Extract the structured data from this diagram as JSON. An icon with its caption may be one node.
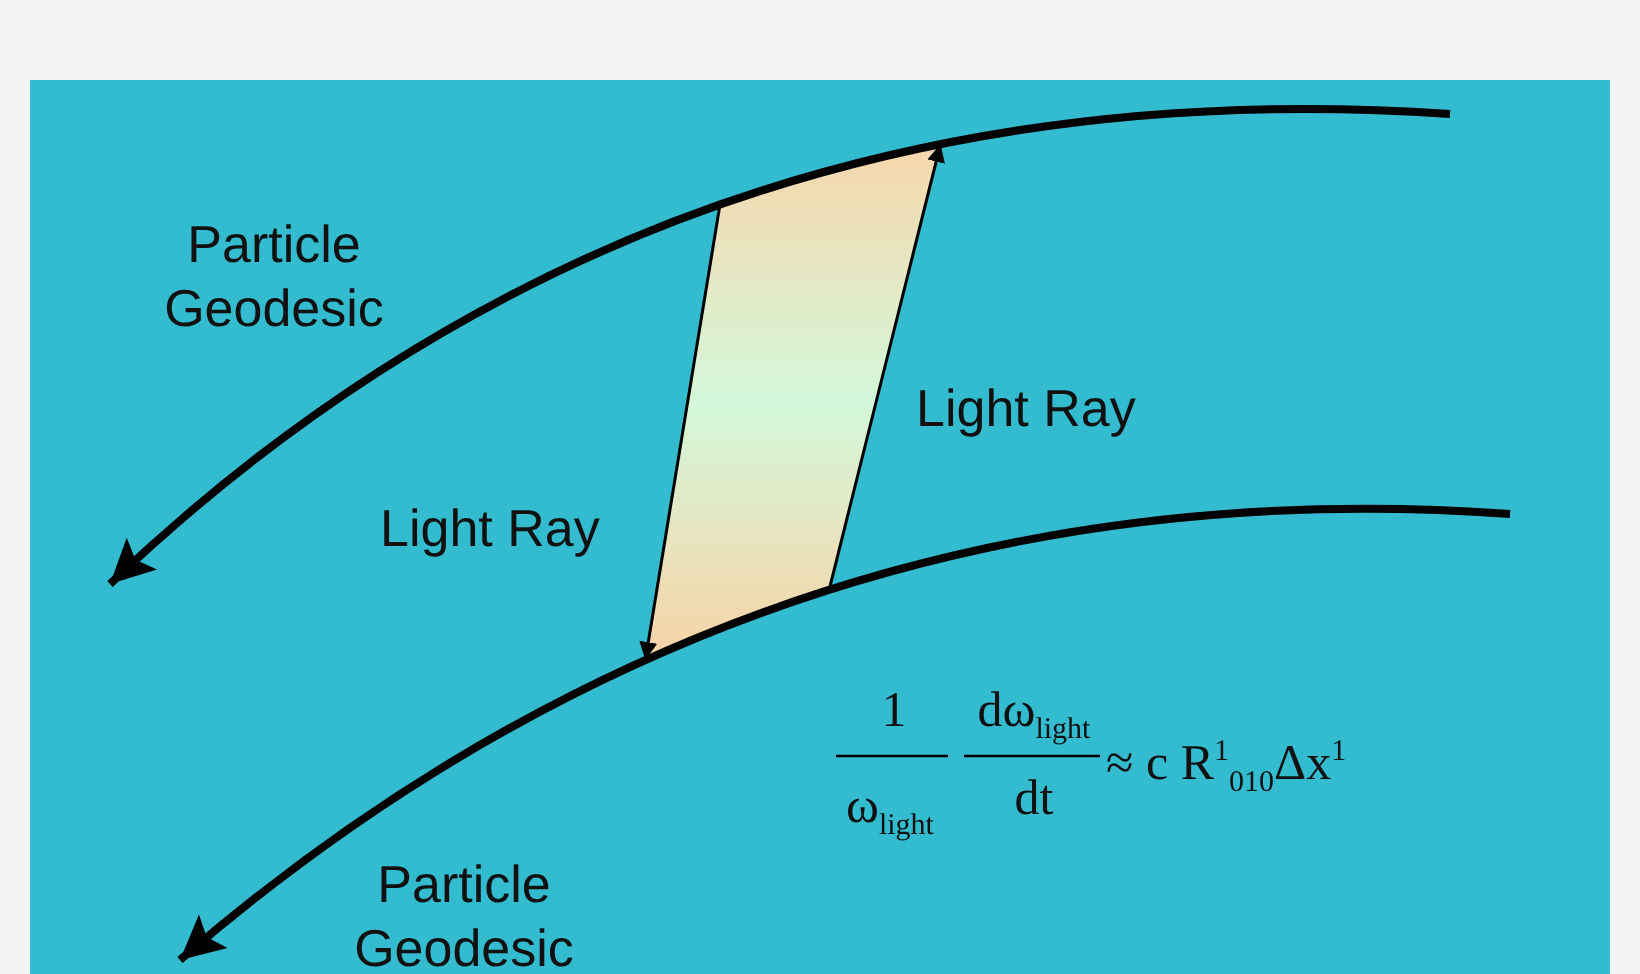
{
  "diagram": {
    "nodes": [
      {
        "text": [
          "Particle Geodesic"
        ]
      },
      {
        "text": [
          "Particle Geodesic"
        ]
      }
    ],
    "edges": [
      {
        "from": 0,
        "to": 1,
        "arrow": "to",
        "label": "Light Ray"
      },
      {
        "from": 1,
        "to": 0,
        "arrow": "to",
        "label": "Light Ray"
      }
    ],
    "labels": [
      "1",
      "dω$_{light}$",
      "≈ c R$^{1}$$_{010}$Δx$^{1}$",
      "ω$_{light}$",
      "dt"
    ]
  }
}
